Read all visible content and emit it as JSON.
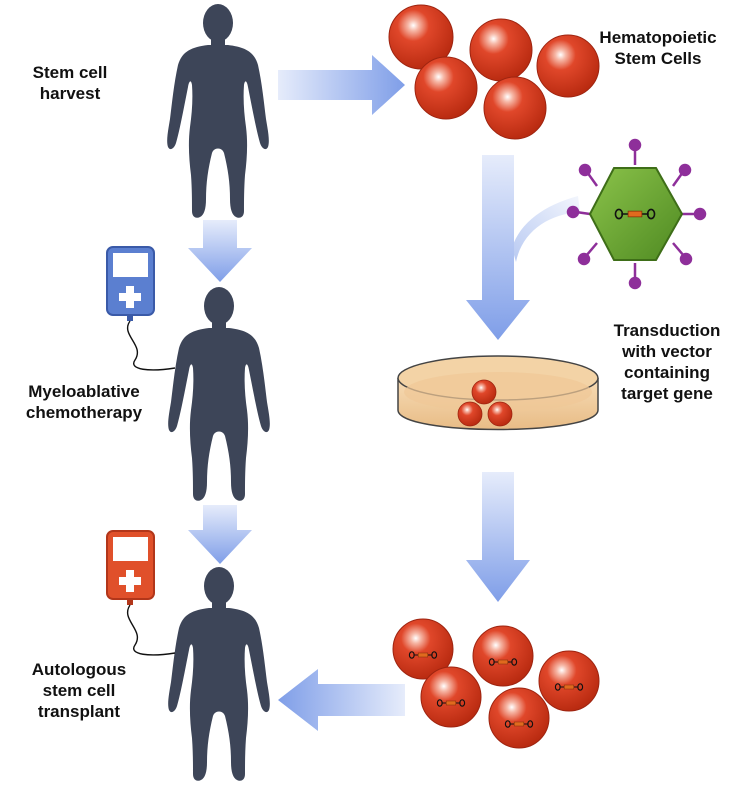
{
  "labels": {
    "stem_cell_harvest": "Stem cell\nharvest",
    "hematopoietic_stem_cells": "Hematopoietic\nStem Cells",
    "myeloablative_chemotherapy": "Myeloablative\nchemotherapy",
    "transduction": "Transduction\nwith vector\ncontaining\ntarget gene",
    "autologous_transplant": "Autologous\nstem cell\ntransplant"
  },
  "colors": {
    "silhouette": "#3d4558",
    "arrow": "#7f9ee8",
    "cell": "#d9391a",
    "dish_fill": "#efc897",
    "vector_green": "#6fa92e",
    "vector_spike": "#8e2f9a",
    "bag_blue": "#5b7fd0",
    "bag_red": "#e0502a",
    "gene_orange": "#e06a1e"
  },
  "icons": {
    "person": "human-silhouette-icon",
    "cell": "stem-cell-icon",
    "vector": "viral-vector-icon",
    "dish": "petri-dish-icon",
    "bag": "iv-bag-icon"
  }
}
